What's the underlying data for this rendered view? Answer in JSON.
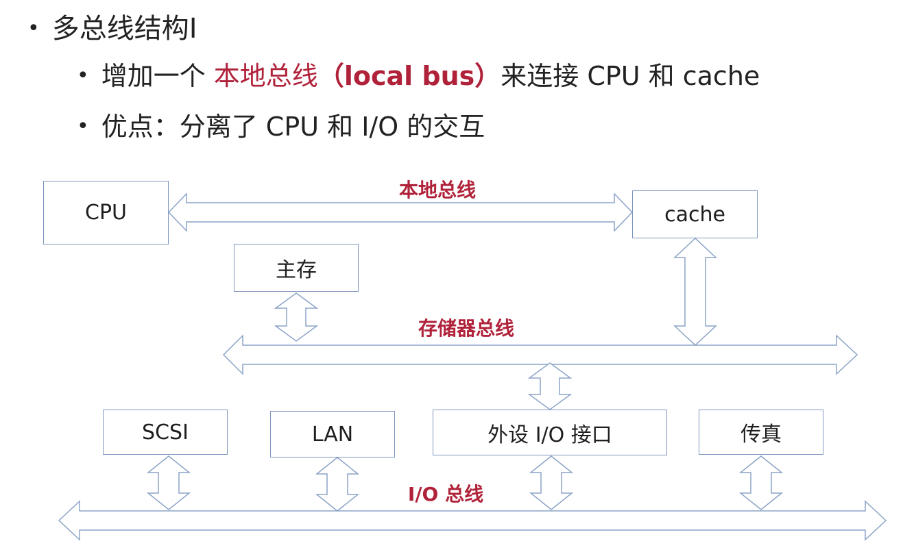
{
  "bullets": {
    "main": "多总线结构I",
    "sub1": {
      "prefix": "增加一个 ",
      "highlight": "本地总线",
      "highlight_paren": "（local bus）",
      "suffix": "来连接 CPU 和 cache"
    },
    "sub2": "优点：分离了 CPU 和 I/O 的交互"
  },
  "bullet_symbol": "•",
  "diagram": {
    "boxes": {
      "cpu": "CPU",
      "cache": "cache",
      "main_memory": "主存",
      "scsi": "SCSI",
      "lan": "LAN",
      "peripheral_io": "外设 I/O 接口",
      "fax": "传真"
    },
    "buses": {
      "local_bus": "本地总线",
      "memory_bus": "存储器总线",
      "io_bus": "I/O 总线"
    }
  },
  "colors": {
    "highlight": "#b0223a",
    "box_border": "#7d95bd",
    "arrow_stroke": "#8ba3c7"
  }
}
